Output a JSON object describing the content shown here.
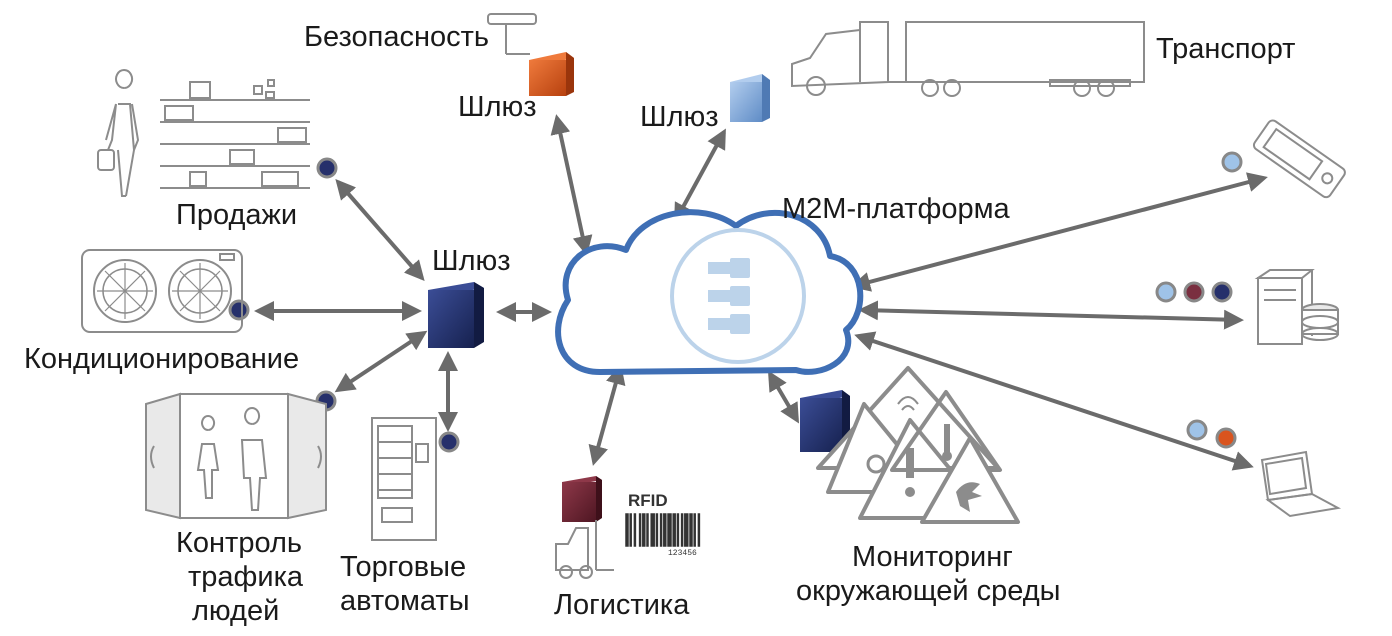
{
  "diagram": {
    "labels": {
      "security": "Безопасность",
      "gateway_top": "Шлюз",
      "gateway_mid": "Шлюз",
      "gateway_left": "Шлюз",
      "transport": "Транспорт",
      "m2m_platform": "M2M-платформа",
      "sales": "Продажи",
      "conditioning": "Кондиционирование",
      "traffic_line1": "Контроль",
      "traffic_line2": "трафика",
      "traffic_line3": "людей",
      "vending_line1": "Торговые",
      "vending_line2": "автоматы",
      "logistics": "Логистика",
      "rfid": "RFID",
      "barcode_number": "123456",
      "monitoring_line1": "Мониторинг",
      "monitoring_line2": "окружающей среды"
    },
    "colors": {
      "arrow": "#6b6b6b",
      "cloud_outline": "#3f6fb5",
      "cloud_inner": "#bcd3ea",
      "gateway_dark_blue": "#1f2f6e",
      "gateway_orange": "#d9541e",
      "gateway_light_blue": "#7fa8d8",
      "gateway_maroon": "#6e2433",
      "device_dot_dark": "#26306b",
      "device_dot_light": "#9fc3e8",
      "device_dot_maroon": "#7a2f40",
      "device_dot_orange": "#d9541e",
      "icon_gray": "#8c8c8c"
    },
    "icons": [
      "shopper-shelves-icon",
      "air-conditioner-icon",
      "doorway-people-icon",
      "vending-machine-icon",
      "forklift-icon",
      "barcode-icon",
      "security-camera-icon",
      "truck-icon",
      "cloud-icon",
      "hazard-signs-icon",
      "handheld-device-icon",
      "server-icon",
      "laptop-icon"
    ]
  }
}
